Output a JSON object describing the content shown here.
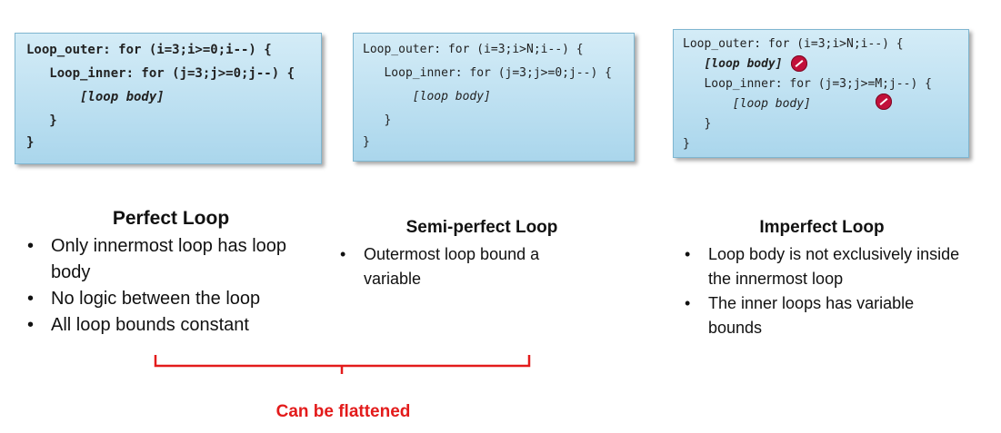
{
  "perfect": {
    "code": [
      "Loop_outer: for (i=3;i>=0;i--) {",
      "   Loop_inner: for (j=3;j>=0;j--) {",
      "       [loop body]",
      "   }",
      "}"
    ],
    "title": "Perfect Loop",
    "bullets": [
      "Only innermost loop has loop body",
      "No logic between the loop",
      "All loop bounds constant"
    ]
  },
  "semi": {
    "code": [
      "Loop_outer: for (i=3;i>N;i--) {",
      "   Loop_inner: for (j=3;j>=0;j--) {",
      "       [loop body]",
      "   }",
      "}"
    ],
    "title": "Semi-perfect Loop",
    "bullets": [
      "Outermost  loop bound a variable"
    ]
  },
  "imperfect": {
    "code": [
      "Loop_outer: for (i=3;i>N;i--) {",
      "   [loop body]",
      "   Loop_inner: for (j=3;j>=M;j--) {",
      "       [loop body]",
      "   }",
      "}"
    ],
    "title": "Imperfect Loop",
    "bullets": [
      "Loop body is not exclusively inside the innermost loop",
      "The inner loops has variable bounds"
    ],
    "icons": [
      "stop-icon",
      "stop-icon"
    ]
  },
  "bracket_label": "Can be flattened",
  "colors": {
    "bracket": "#e31b1b",
    "box": "#aad6ec",
    "icon": "#c2103a"
  }
}
